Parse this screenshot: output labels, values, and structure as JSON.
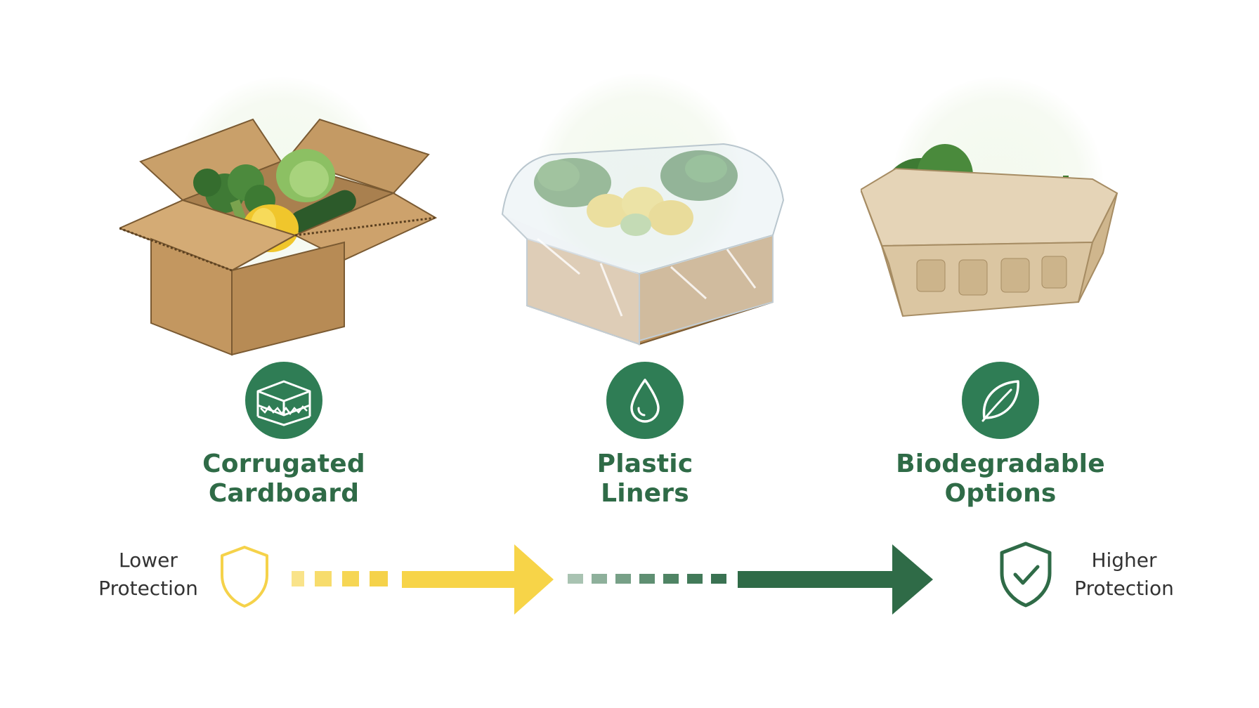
{
  "items": [
    {
      "line1": "Corrugated",
      "line2": "Cardboard",
      "icon": "cardboard-layers-icon"
    },
    {
      "line1": "Plastic",
      "line2": "Liners",
      "icon": "water-drop-icon"
    },
    {
      "line1": "Biodegradable",
      "line2": "Options",
      "icon": "leaf-icon"
    }
  ],
  "scale": {
    "low": {
      "line1": "Lower",
      "line2": "Protection",
      "icon": "shield-outline-icon"
    },
    "high": {
      "line1": "Higher",
      "line2": "Protection",
      "icon": "shield-check-icon"
    }
  },
  "colors": {
    "brand_green": "#2f7d55",
    "title_green": "#2f6b47",
    "low_yellow": "#f7d448",
    "high_green": "#2f6b47",
    "cardboard": "#c9a06a"
  }
}
